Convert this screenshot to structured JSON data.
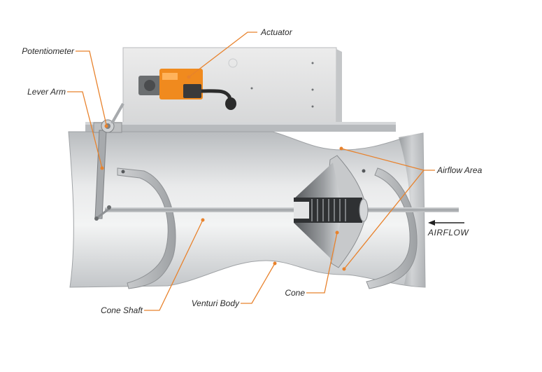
{
  "labels": {
    "actuator": "Actuator",
    "potentiometer": "Potentiometer",
    "lever_arm": "Lever Arm",
    "airflow_area": "Airflow Area",
    "airflow": "AIRFLOW",
    "cone": "Cone",
    "venturi_body": "Venturi Body",
    "cone_shaft": "Cone Shaft"
  },
  "colors": {
    "leader_line": "#e8822c",
    "label_text": "#2a2a2a",
    "actuator_body": "#f08a1e",
    "metal_light": "#e6e7e8",
    "metal_dark": "#8e9194"
  }
}
